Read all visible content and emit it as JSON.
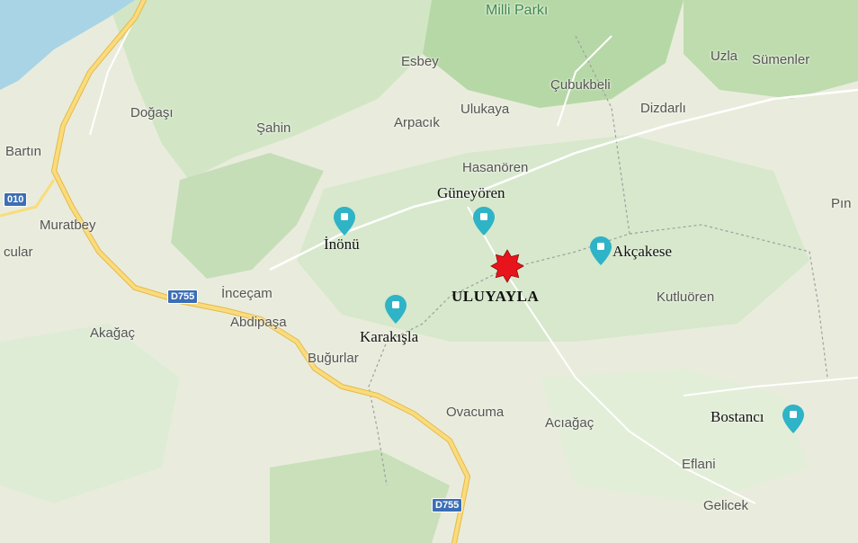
{
  "map": {
    "park_label": "Milli Parkı",
    "place_labels": {
      "esbey": "Esbey",
      "uzla": "Uzla",
      "sumenler": "Sümenler",
      "dogasi": "Doğaşı",
      "sahin": "Şahin",
      "arpacik": "Arpacık",
      "ulukaya": "Ulukaya",
      "cubukbeli": "Çubukbeli",
      "dizdarli": "Dizdarlı",
      "bartin": "Bartın",
      "hasanoren": "Hasanören",
      "muratbey": "Muratbey",
      "cular": "cular",
      "pin_edge": "Pın",
      "incecam": "İnceçam",
      "abdipasa": "Abdipaşa",
      "akagac": "Akağaç",
      "kutluoren": "Kutluören",
      "bugurlar": "Buğurlar",
      "ovacuma": "Ovacuma",
      "aciagac": "Acıağaç",
      "eflani": "Eflani",
      "gelicek": "Gelicek"
    },
    "road_shields": {
      "d755_upper": "D755",
      "d755_lower": "D755",
      "r010": "010"
    },
    "pins": {
      "guneyoren": "Güneyören",
      "inonu": "İnönü",
      "akcakese": "Akçakese",
      "karakisla": "Karakışla",
      "bostanci": "Bostancı"
    },
    "main_site": "ULUYAYLA",
    "colors": {
      "land": "#e9ecdc",
      "forest": "#cfe3c3",
      "dense_forest": "#a9d19a",
      "water": "#a8d4e6",
      "road": "#f6d36a",
      "pin": "#2fb3c7",
      "site_marker": "#e8141c"
    }
  }
}
